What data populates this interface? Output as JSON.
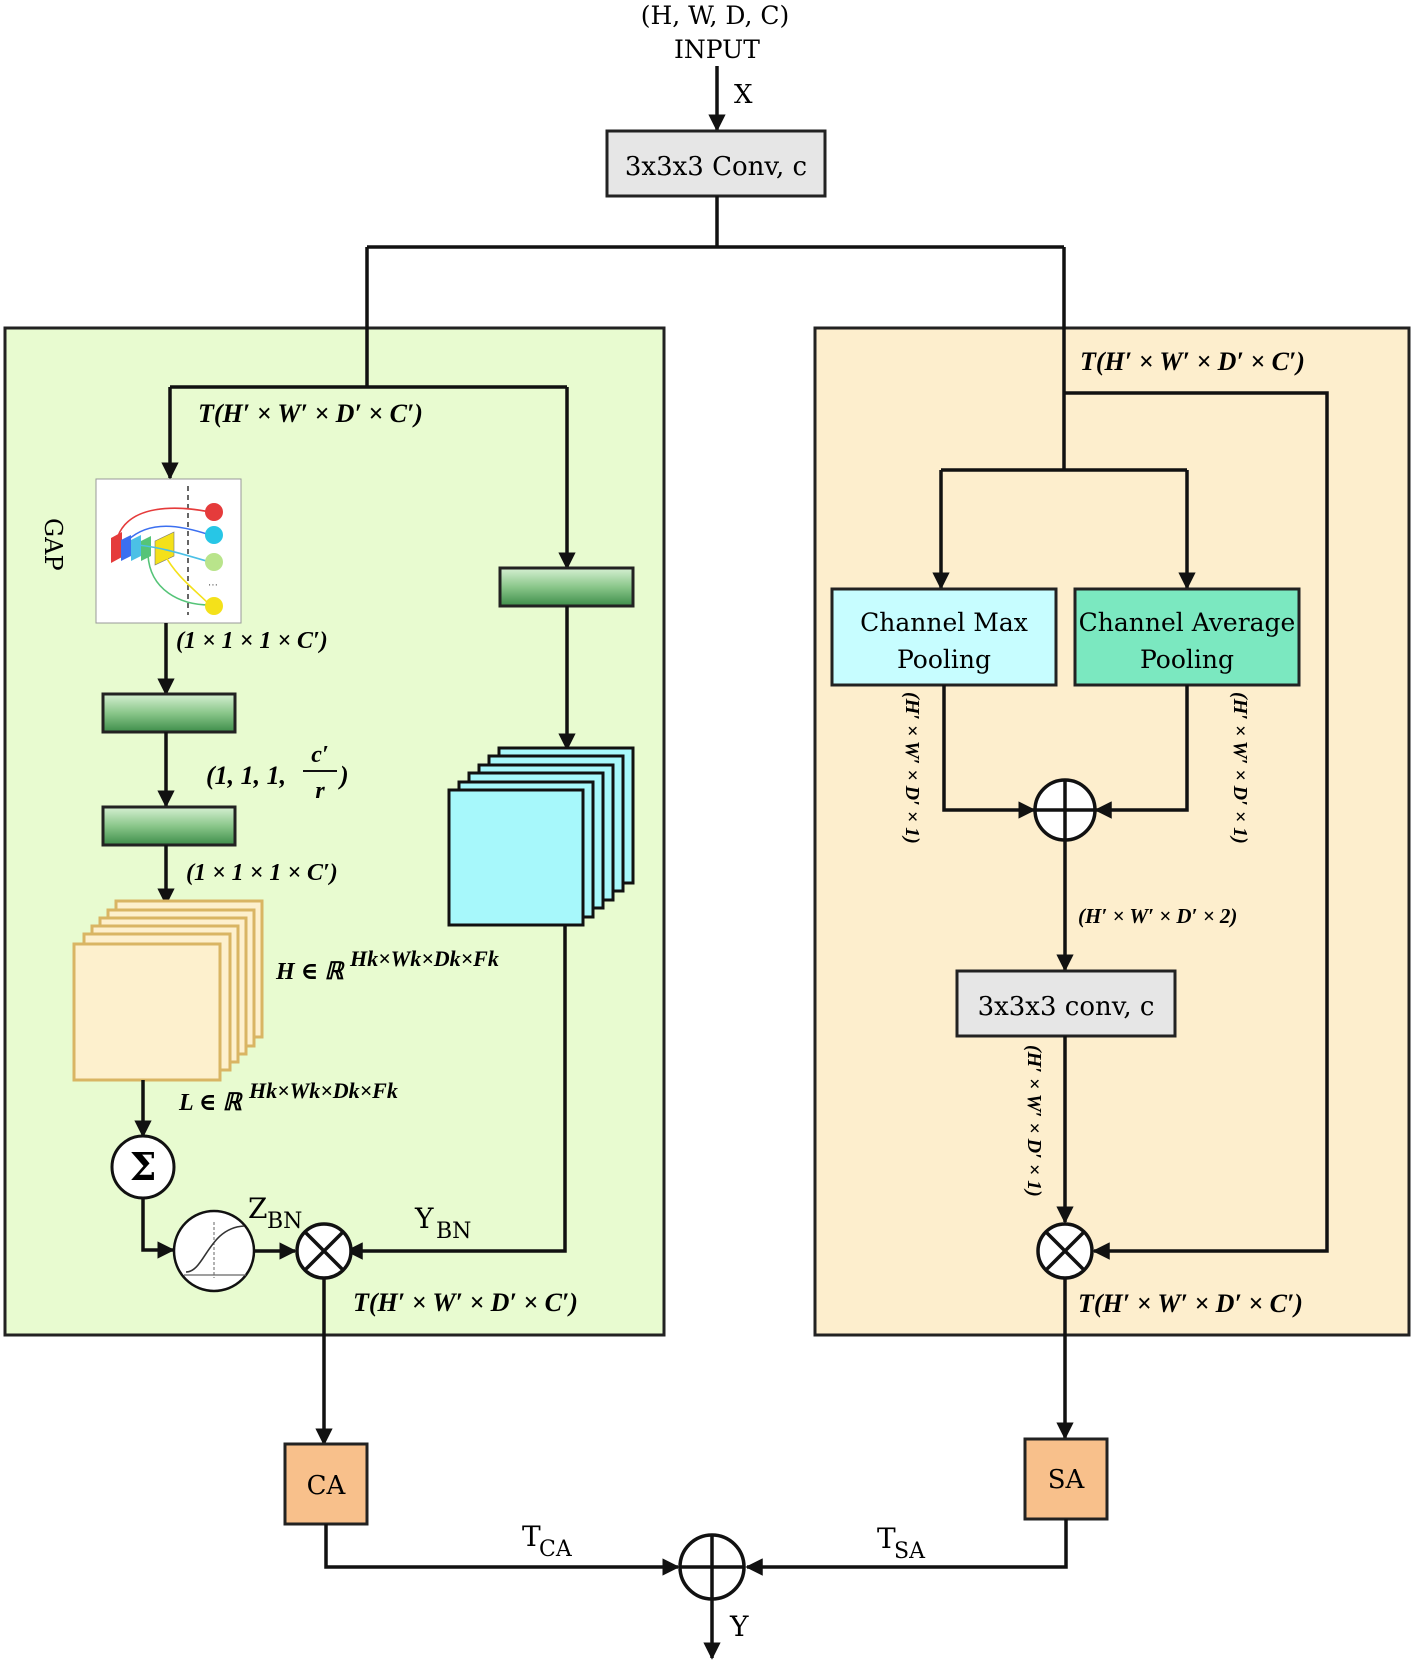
{
  "colors": {
    "left_panel_fill": "#e8fbd0",
    "right_panel_fill": "#fdeecd",
    "conv_box_fill": "#e6e6e6",
    "green_bar_fill": "#8ac68a",
    "cyan_block_fill": "#a7f8fb",
    "beige_block_fill": "#fdf0cd",
    "beige_block_stroke": "#d9b563",
    "channel_max_fill": "#c7fdff",
    "channel_avg_fill": "#7be8c0",
    "output_box_fill": "#f8c08b"
  },
  "input": {
    "shape": "(H, W, D, C)",
    "label": "INPUT",
    "var": "X"
  },
  "conv_top": "3x3x3 Conv, c",
  "left": {
    "gap_label": "GAP",
    "t_in": "T(H′ × W′ × D′ × C′)",
    "gap_out": "(1 × 1 × 1 × C′)",
    "reduced_prefix": "(1, 1, 1,",
    "reduced_num": "c′",
    "reduced_den": "r",
    "reduced_suffix": ")",
    "fc_out": "(1 × 1 × 1 × C′)",
    "h_space": "H ∈ ℝ",
    "h_exp": "Hk×Wk×Dk×Fk",
    "l_space": "L ∈ ℝ",
    "l_exp": "Hk×Wk×Dk×Fk",
    "sum_symbol": "Σ",
    "z_main": "Z",
    "z_sub": "BN",
    "y_main": "Y",
    "y_sub": "BN",
    "t_out": "T(H′ × W′ × D′ × C′)"
  },
  "right": {
    "t_in": "T(H′ × W′ × D′ × C′)",
    "max_pool": [
      "Channel Max",
      "Pooling"
    ],
    "avg_pool": [
      "Channel Average",
      "Pooling"
    ],
    "max_out": "(H′ × W′ × D′ × 1)",
    "avg_out": "(H′ × W′ × D′ × 1)",
    "concat_out": "(H′ × W′ × D′ × 2)",
    "conv": "3x3x3 conv, c",
    "conv_out": "(H′ × W′ × D′ × 1)",
    "t_out": "T(H′ × W′ × D′ × C′)"
  },
  "outputs": {
    "ca": "CA",
    "sa": "SA",
    "t_ca_main": "T",
    "t_ca_sub": "CA",
    "t_sa_main": "T",
    "t_sa_sub": "SA",
    "y": "Y"
  }
}
